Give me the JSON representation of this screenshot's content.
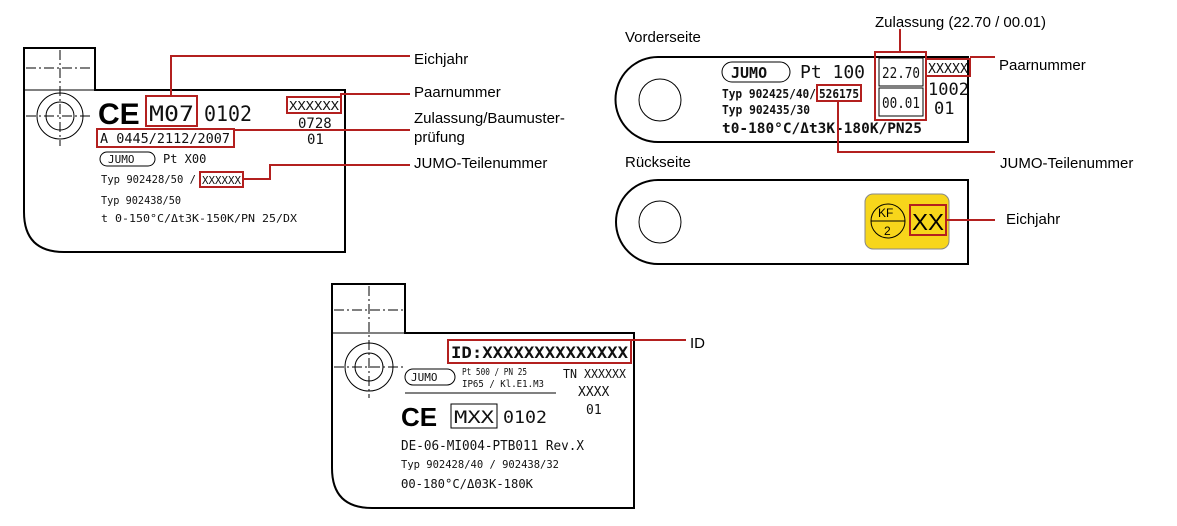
{
  "colors": {
    "highlight": "#b3201f",
    "sticker": "#f7d61b",
    "outline": "#000000"
  },
  "plate1": {
    "ce": "CE",
    "eichjahr_value": "M07",
    "code": "0102",
    "paar_value": "XXXXXX",
    "line_0728": "0728",
    "line_01": "01",
    "zulassung_value": "A 0445/2112/2007",
    "jumo": "JUMO",
    "sensor": "Pt X00",
    "typ1_prefix": "Typ 902428/50 /",
    "teil_value": "XXXXXX",
    "typ2": "Typ 902438/50",
    "temp": "t 0-150°C/Δt3K-150K/PN 25/DX",
    "labels": {
      "eichjahr": "Eichjahr",
      "paar": "Paarnummer",
      "zulassung_1": "Zulassung/Baumuster-",
      "zulassung_2": "prüfung",
      "teil": "JUMO-Teilenummer"
    }
  },
  "plate2": {
    "title_front": "Vorderseite",
    "title_back": "Rückseite",
    "jumo": "JUMO",
    "sensor": "Pt 100",
    "typ1_prefix": "Typ 902425/40/",
    "teil_value": "526175",
    "typ2": "Typ 902435/30",
    "temp": "t0-180°C/Δt3K-180K/PN25",
    "zul_top": "22.70",
    "zul_bottom": "00.01",
    "paar_value": "XXXXX",
    "line_1002": "1002",
    "line_01": "01",
    "kf_top": "KF",
    "kf_bottom": "2",
    "eichjahr_value": "XX",
    "labels": {
      "zulassung": "Zulassung (22.70 / 00.01)",
      "paar": "Paarnummer",
      "teil": "JUMO-Teilenummer",
      "eichjahr": "Eichjahr"
    }
  },
  "plate3": {
    "id_value": "ID:XXXXXXXXXXXXXX",
    "jumo": "JUMO",
    "spec1": "Pt 500 / PN 25",
    "spec2": "IP65 / Kl.E1.M3",
    "tn": "TN XXXXXX",
    "xxxx": "XXXX",
    "line_01": "01",
    "ce": "CE",
    "mxx": "MXX",
    "code": "0102",
    "de": "DE-06-MI004-PTB011 Rev.X",
    "typ": "Typ 902428/40 / 902438/32",
    "temp": "Θ0-180°C/ΔΘ3K-180K",
    "labels": {
      "id": "ID"
    }
  }
}
